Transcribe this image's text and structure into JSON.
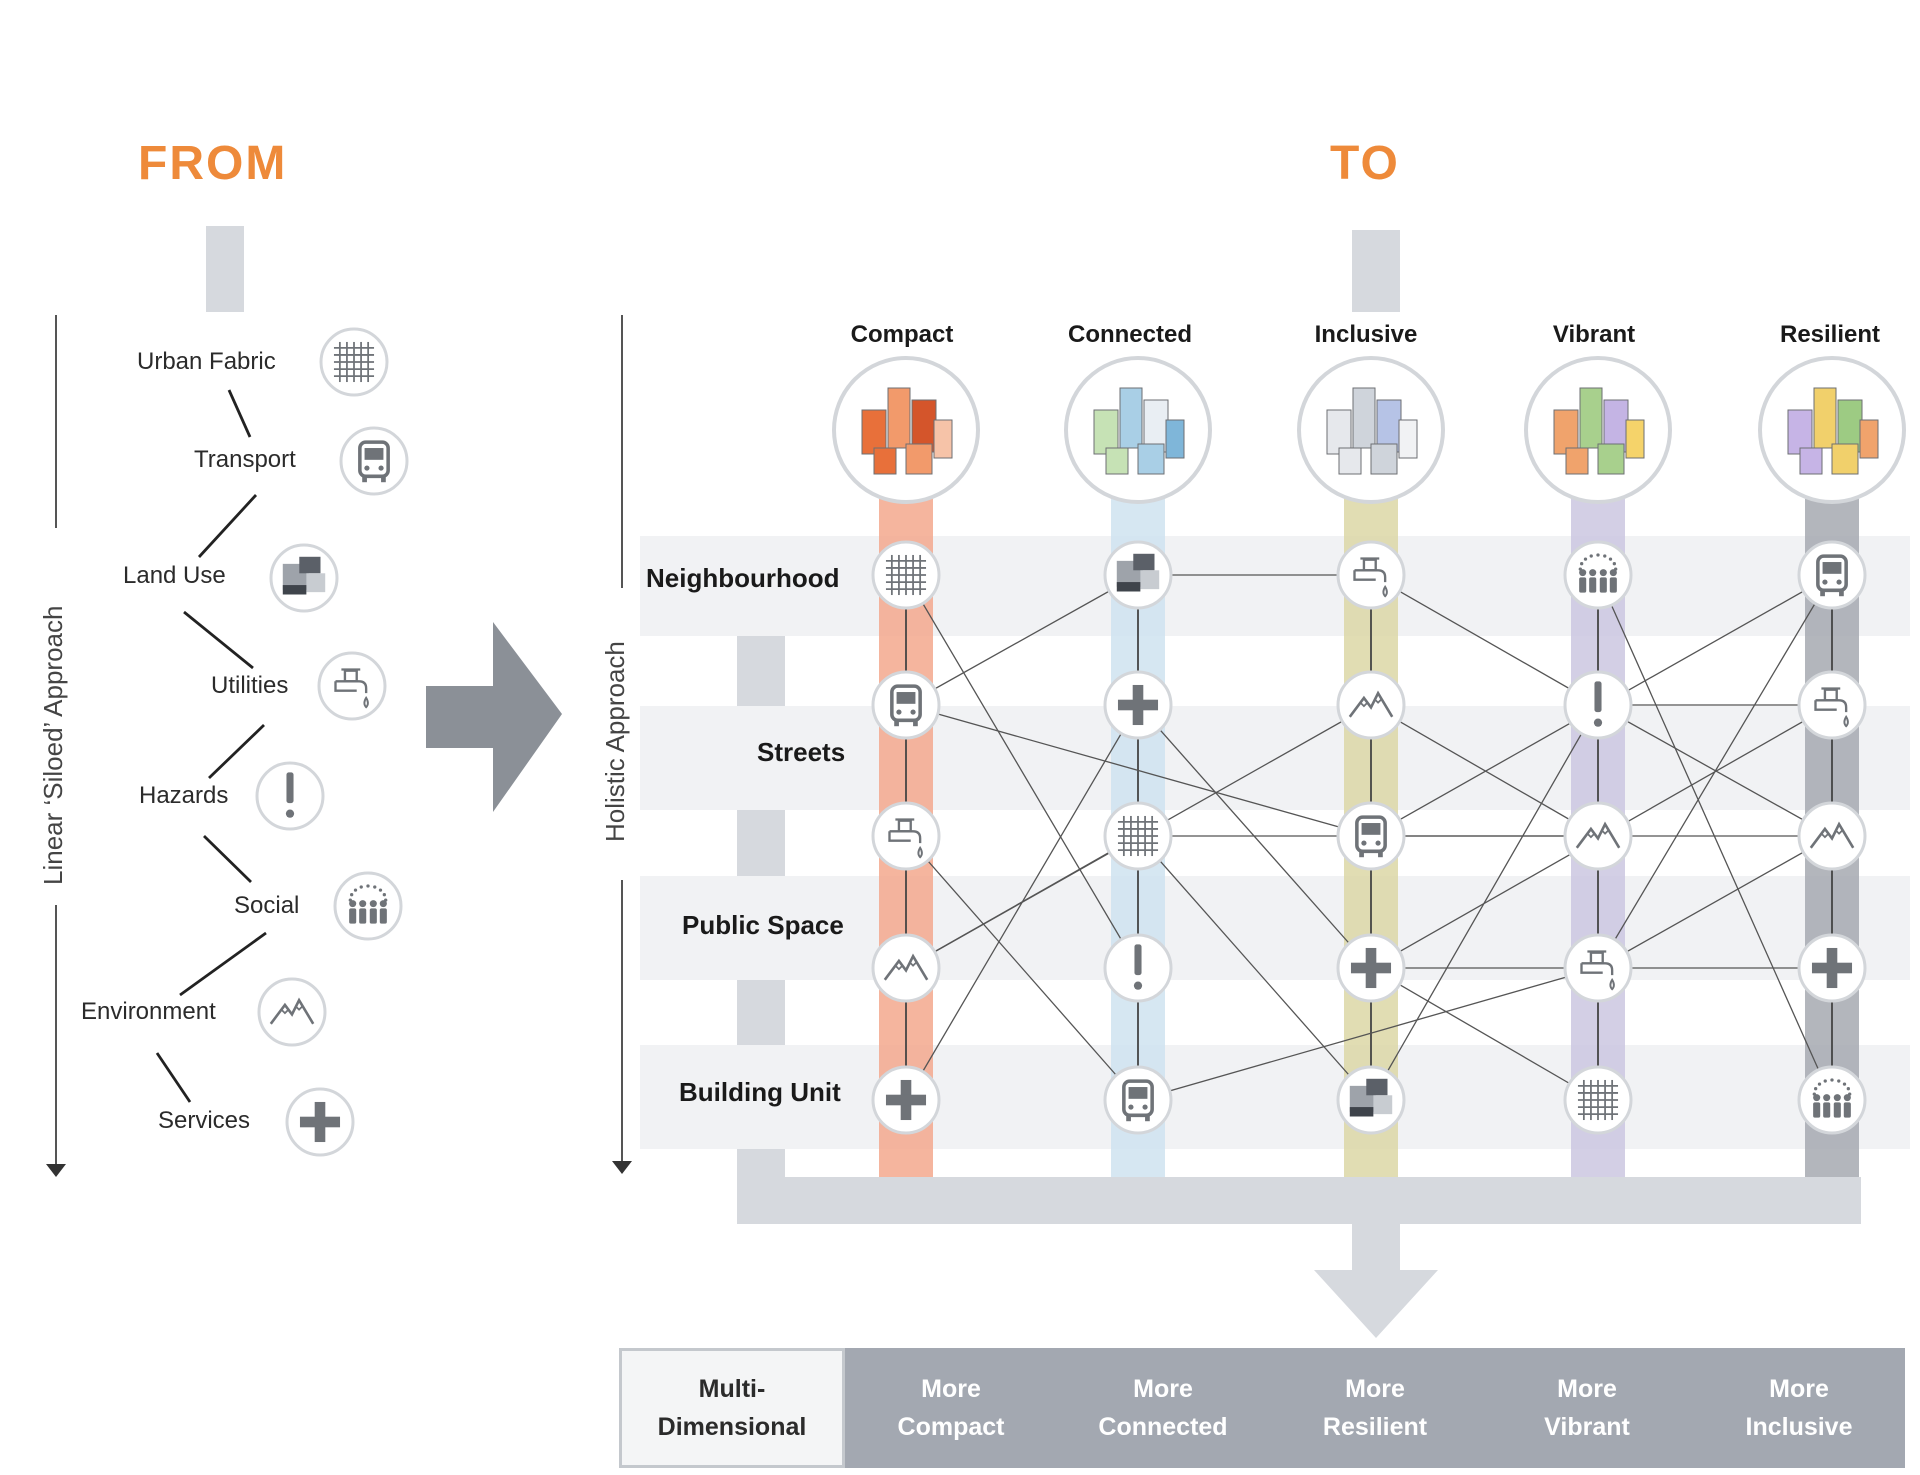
{
  "from_title": "FROM",
  "to_title": "TO",
  "linear_axis_label": "Linear ‘Siloed’ Approach",
  "holistic_axis_label": "Holistic Approach",
  "sectors": [
    {
      "label": "Urban Fabric",
      "icon": "grid-icon"
    },
    {
      "label": "Transport",
      "icon": "bus-icon"
    },
    {
      "label": "Land Use",
      "icon": "buildings-icon"
    },
    {
      "label": "Utilities",
      "icon": "faucet-icon"
    },
    {
      "label": "Hazards",
      "icon": "exclamation-icon"
    },
    {
      "label": "Social",
      "icon": "people-icon"
    },
    {
      "label": "Environment",
      "icon": "mountain-icon"
    },
    {
      "label": "Services",
      "icon": "plus-icon"
    }
  ],
  "columns": [
    {
      "title": "Compact",
      "color": "#f3a88d",
      "icons": [
        "grid-icon",
        "bus-icon",
        "faucet-icon",
        "mountain-icon",
        "plus-icon"
      ]
    },
    {
      "title": "Connected",
      "color": "#cfe3f0",
      "icons": [
        "buildings-icon",
        "plus-icon",
        "grid-icon",
        "exclamation-icon",
        "bus-icon"
      ]
    },
    {
      "title": "Inclusive",
      "color": "#dcd7a6",
      "icons": [
        "faucet-icon",
        "mountain-icon",
        "bus-icon",
        "plus-icon",
        "buildings-icon"
      ]
    },
    {
      "title": "Vibrant",
      "color": "#cbc7e0",
      "icons": [
        "people-icon",
        "exclamation-icon",
        "mountain-icon",
        "faucet-icon",
        "grid-icon"
      ]
    },
    {
      "title": "Resilient",
      "color": "#a6a9b0",
      "icons": [
        "bus-icon",
        "faucet-icon",
        "mountain-icon",
        "plus-icon",
        "people-icon"
      ]
    }
  ],
  "scales": [
    "Neighbourhood",
    "Streets",
    "Public Space",
    "Building Unit"
  ],
  "outcomes": [
    "Multi-\nDimensional",
    "More\nCompact",
    "More\nConnected",
    "More\nResilient",
    "More\nVibrant",
    "More\nInclusive"
  ],
  "colors": {
    "accent": "#ee8a3a",
    "band": "#f1f2f4",
    "connector": "#d6d9de",
    "node_border": "#d3d6da",
    "icon": "#6f7378"
  }
}
